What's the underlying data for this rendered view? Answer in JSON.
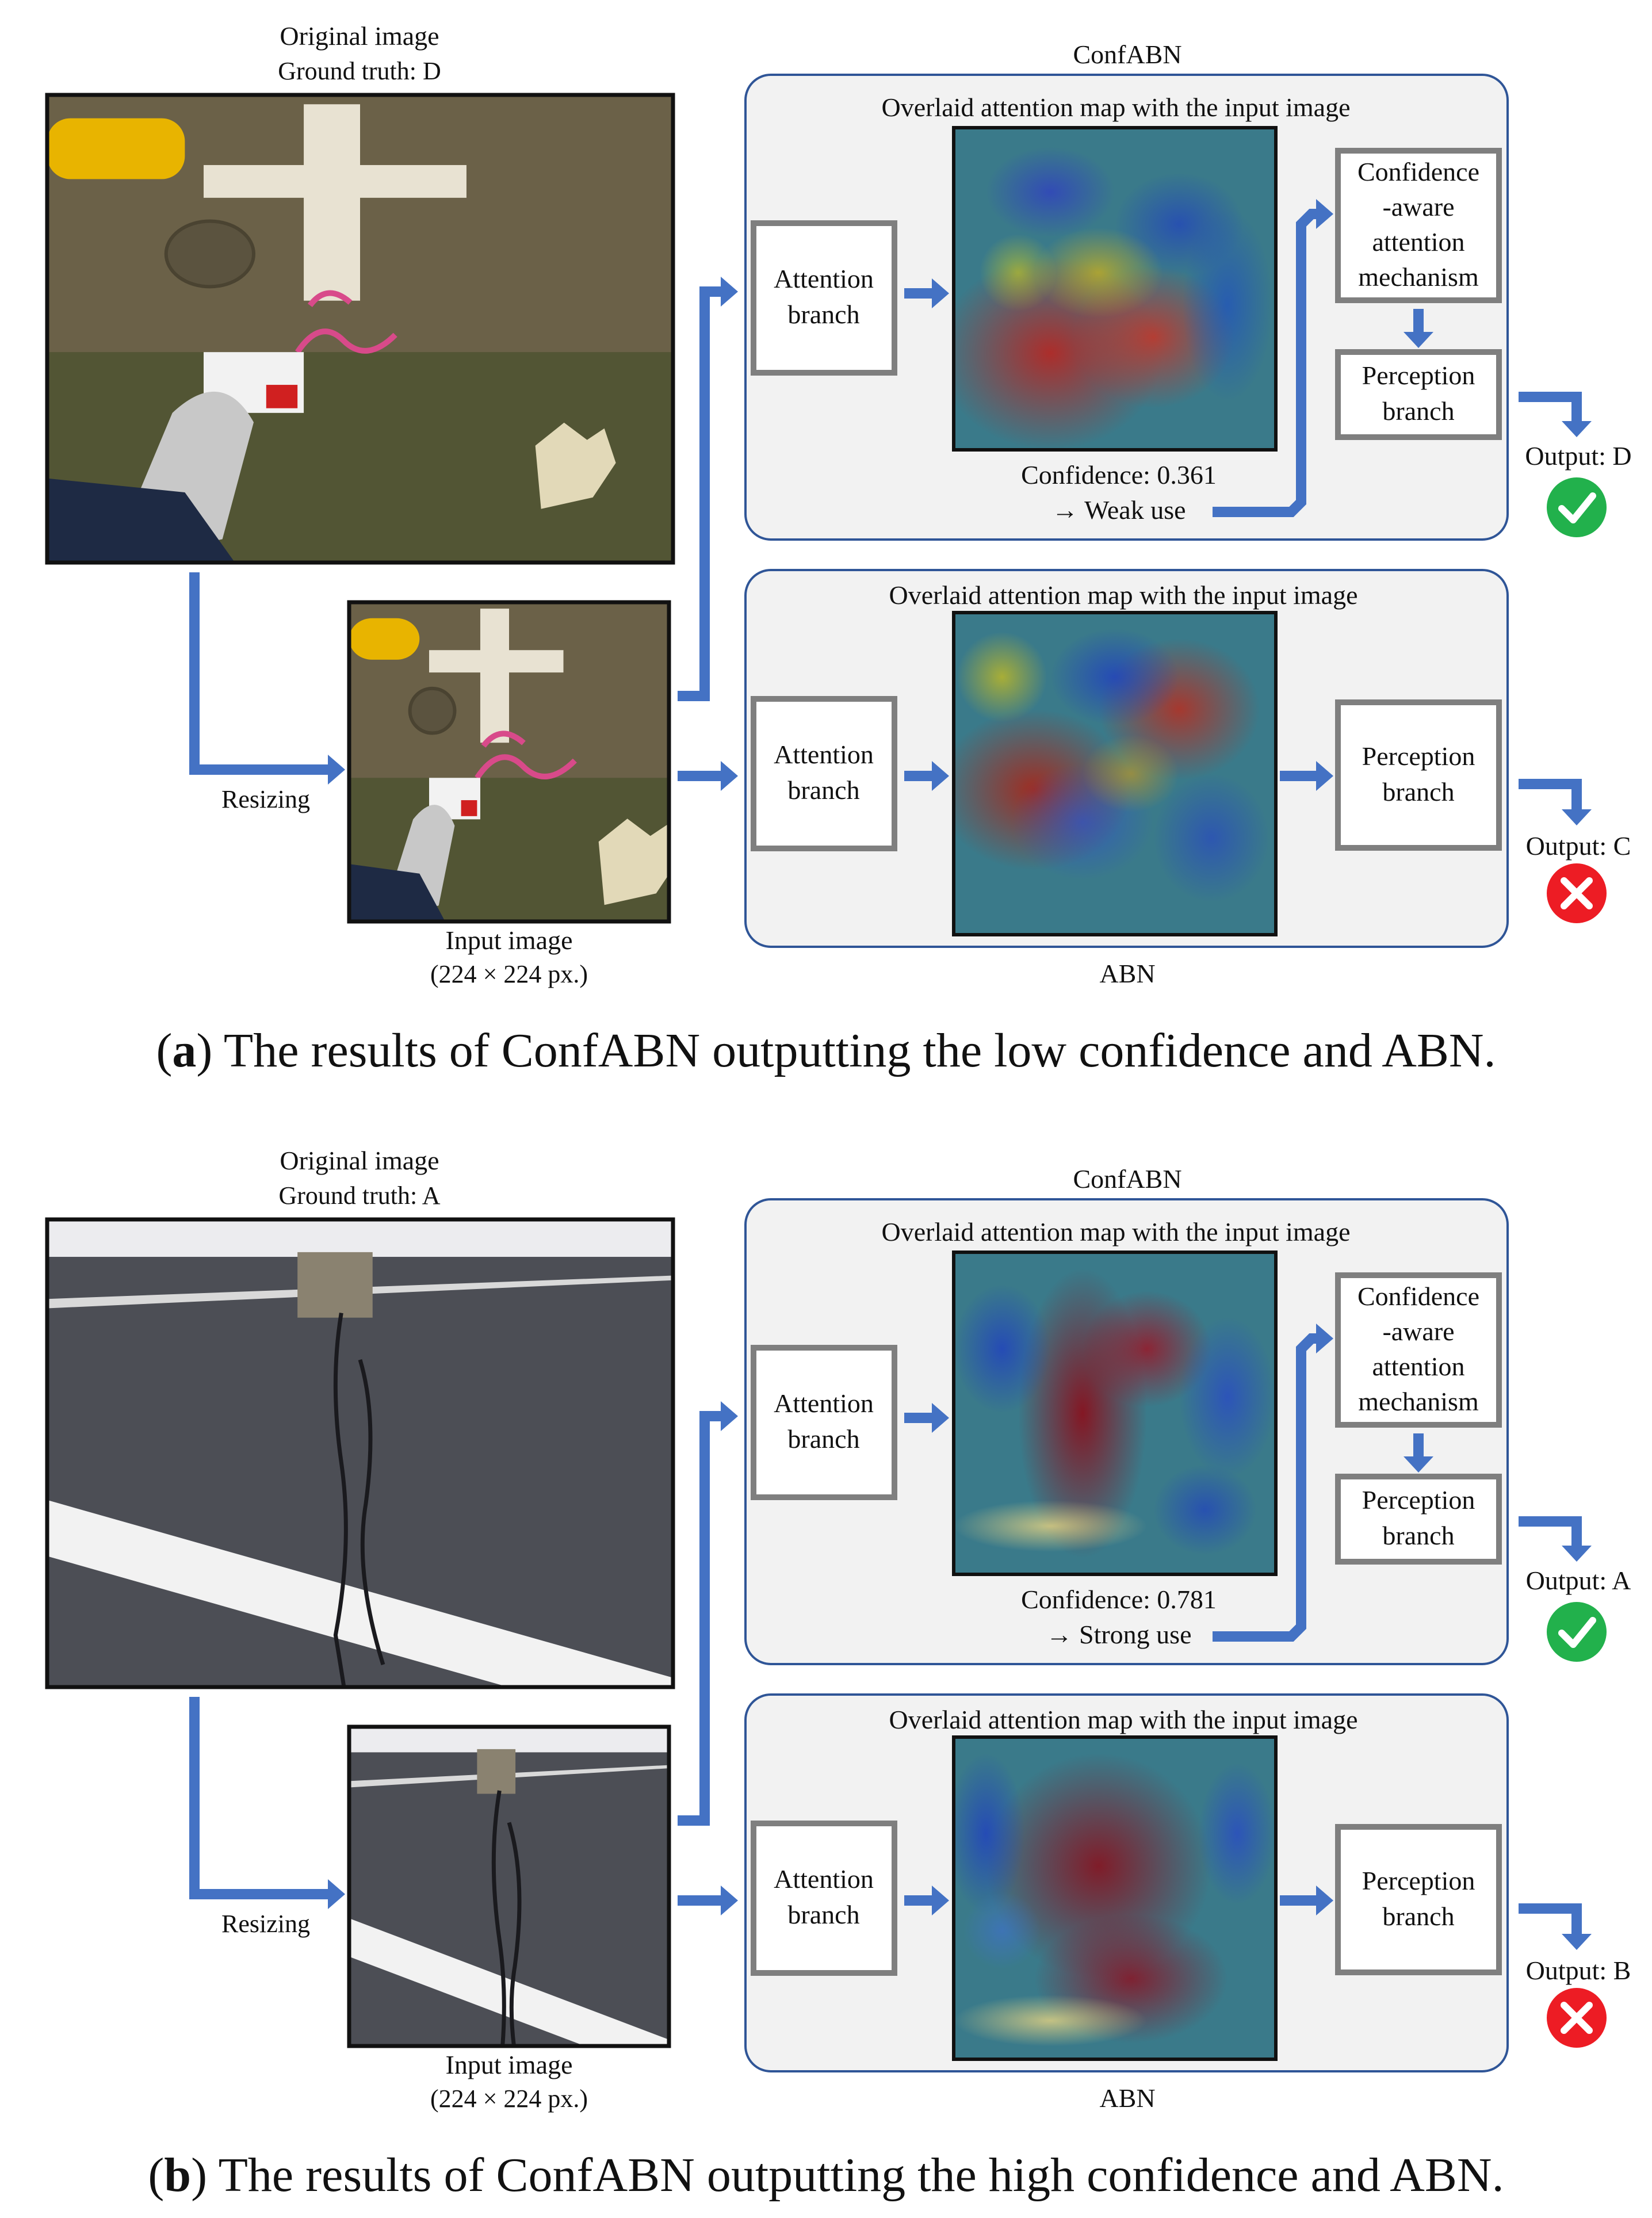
{
  "panels": [
    {
      "id": "a",
      "original_image": {
        "title": "Original image",
        "ground_truth": "Ground truth: D",
        "scene": "wall"
      },
      "resizing_label": "Resizing",
      "input_image": {
        "label": "Input image",
        "size": "(224 × 224 px.)"
      },
      "confabn": {
        "title": "ConfABN",
        "overlay_caption": "Overlaid attention map with the input image",
        "attention_branch": [
          "Attention",
          "branch"
        ],
        "confidence_mechanism": [
          "Confidence",
          "-aware",
          "attention",
          "mechanism"
        ],
        "perception_branch": [
          "Perception",
          "branch"
        ],
        "confidence": "Confidence: 0.361",
        "use": "→ Weak use",
        "output": "Output: D",
        "result": "correct"
      },
      "abn": {
        "title": "ABN",
        "overlay_caption": "Overlaid attention map with the input image",
        "attention_branch": [
          "Attention",
          "branch"
        ],
        "perception_branch": [
          "Perception",
          "branch"
        ],
        "output": "Output: C",
        "result": "incorrect"
      },
      "caption_label": "a",
      "caption_text": " The results of ConfABN outputting the low confidence and ABN."
    },
    {
      "id": "b",
      "original_image": {
        "title": "Original image",
        "ground_truth": "Ground truth: A",
        "scene": "road"
      },
      "resizing_label": "Resizing",
      "input_image": {
        "label": "Input image",
        "size": "(224 × 224 px.)"
      },
      "confabn": {
        "title": "ConfABN",
        "overlay_caption": "Overlaid attention map with the input image",
        "attention_branch": [
          "Attention",
          "branch"
        ],
        "confidence_mechanism": [
          "Confidence",
          "-aware",
          "attention",
          "mechanism"
        ],
        "perception_branch": [
          "Perception",
          "branch"
        ],
        "confidence": "Confidence: 0.781",
        "use": "→ Strong use",
        "output": "Output: A",
        "result": "correct"
      },
      "abn": {
        "title": "ABN",
        "overlay_caption": "Overlaid attention map with the input image",
        "attention_branch": [
          "Attention",
          "branch"
        ],
        "perception_branch": [
          "Perception",
          "branch"
        ],
        "output": "Output: B",
        "result": "incorrect"
      },
      "caption_label": "b",
      "caption_text": " The results of ConfABN outputting the high confidence and ABN."
    }
  ],
  "colors": {
    "arrow": "#4472c4",
    "panel_fill": "#f2f2f2",
    "panel_border": "#2f5597",
    "box_border": "#7f7f7f",
    "correct": "#22b14c",
    "incorrect": "#ed1c24"
  }
}
